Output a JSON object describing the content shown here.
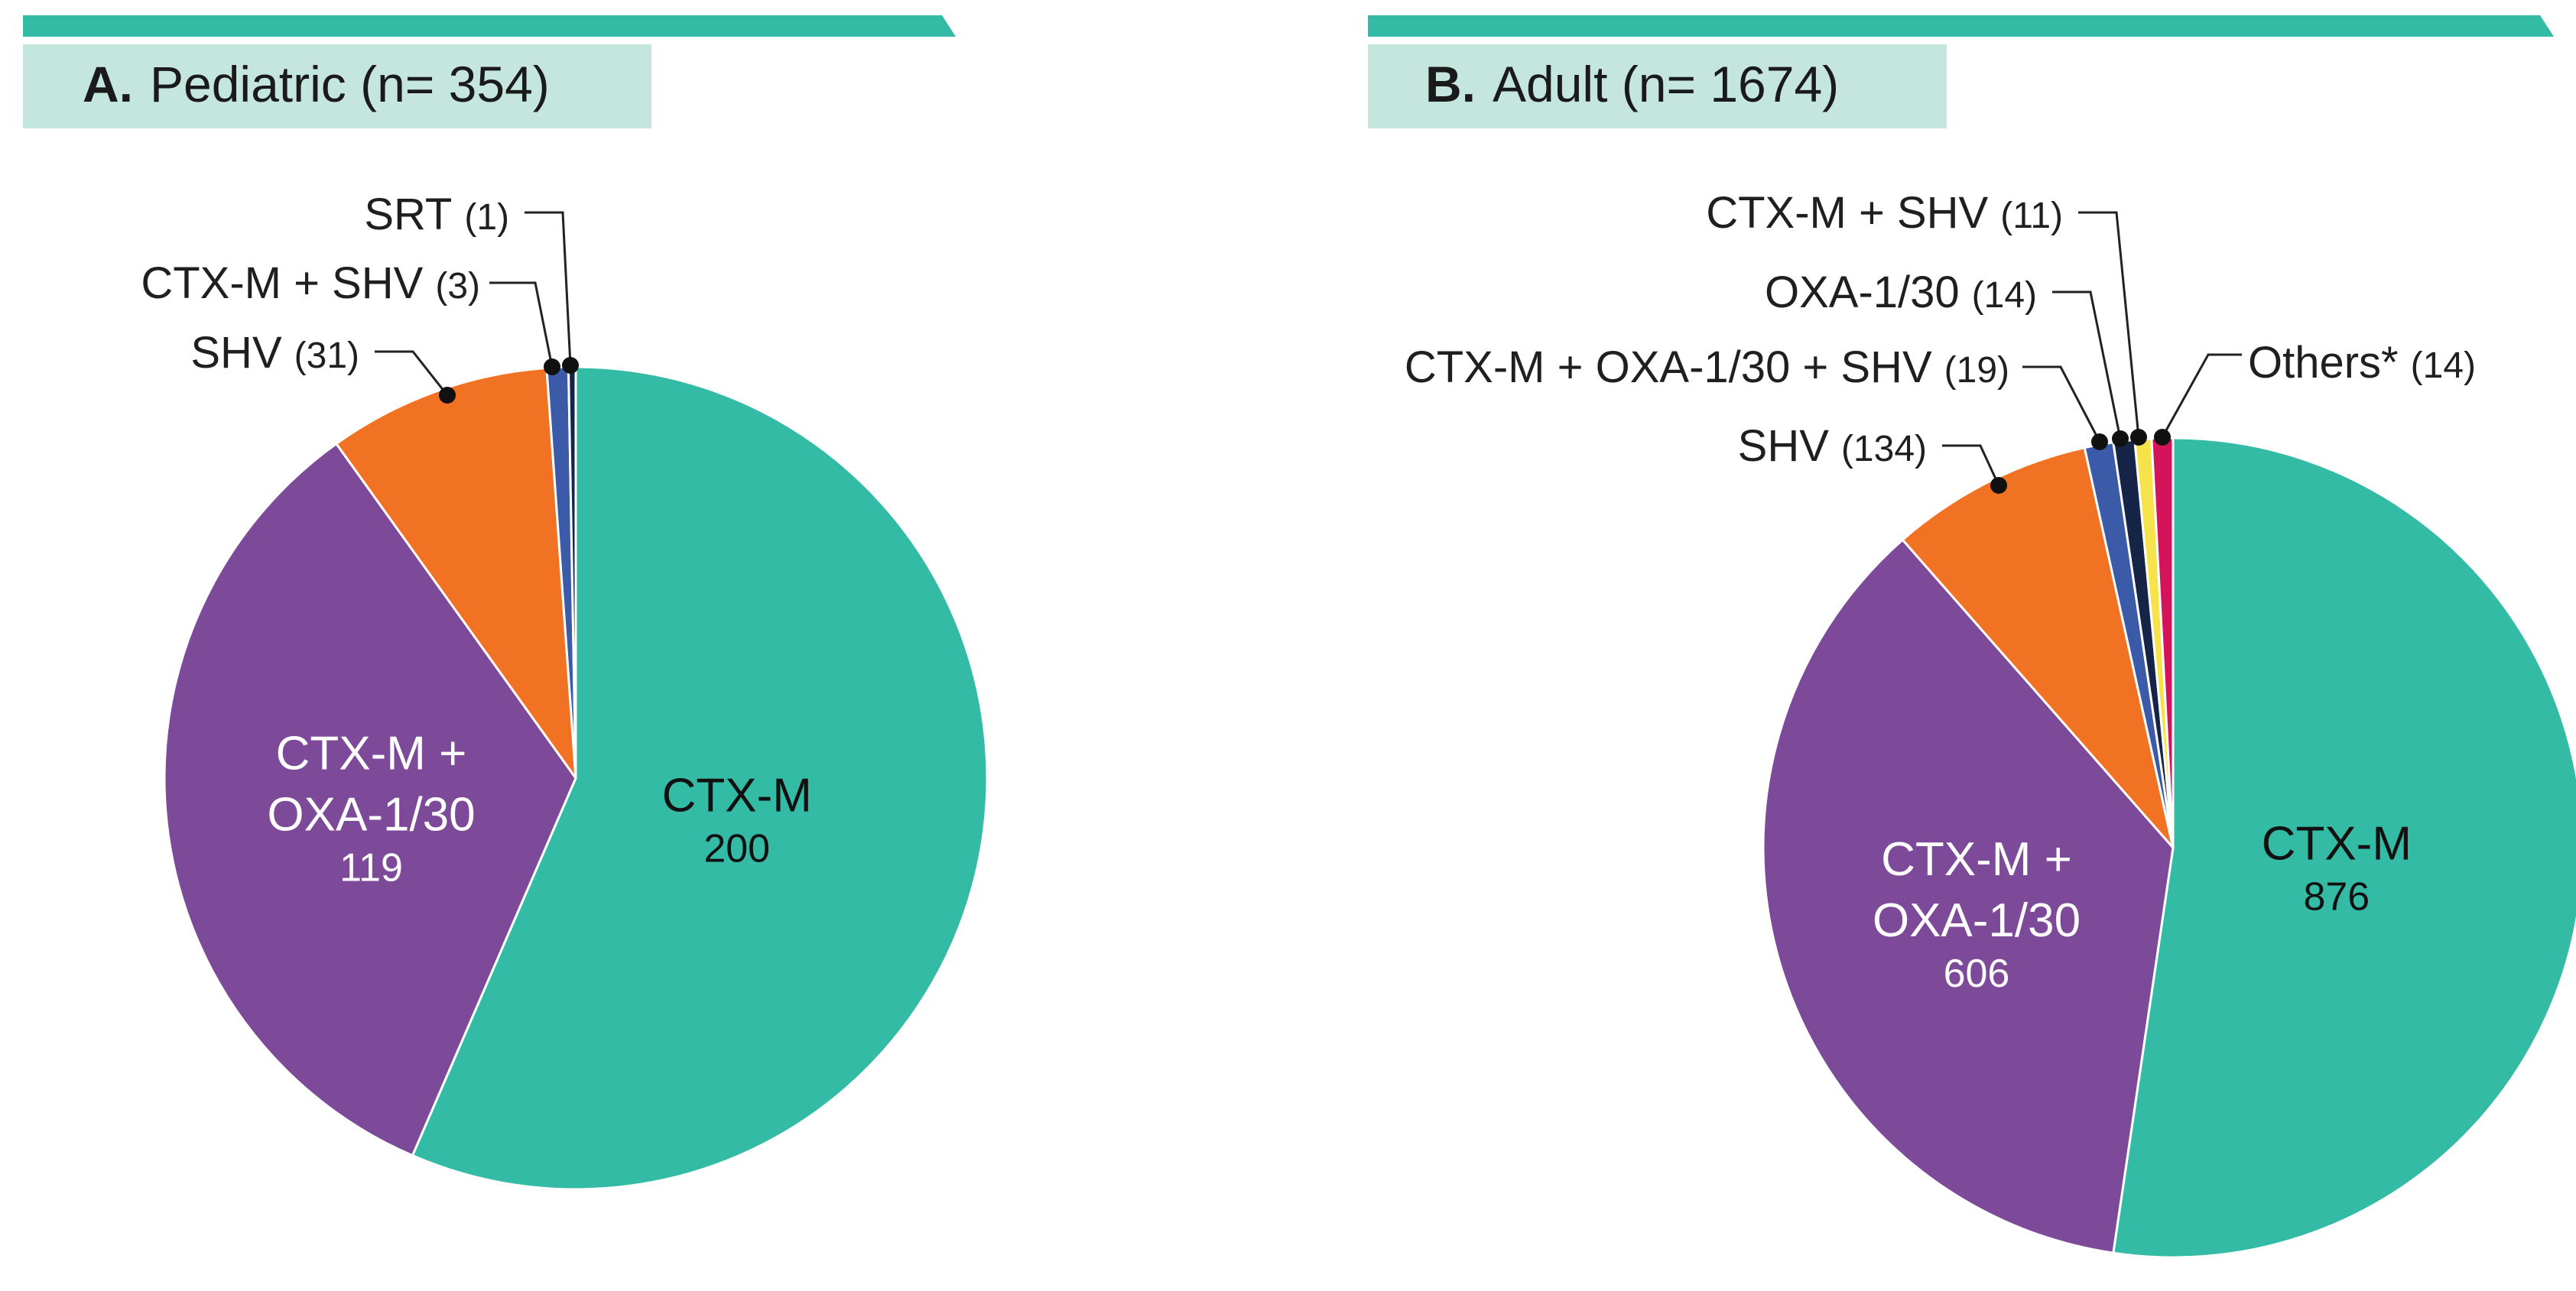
{
  "chart_data": [
    {
      "type": "pie",
      "title_letter": "A.",
      "title": "Pediatric (n= 354)",
      "slices": [
        {
          "label": "CTX-M",
          "value": 200,
          "value_text": "200",
          "color": "#34BBA6",
          "text_color": "#111111",
          "lines": [
            "CTX-M"
          ],
          "placement": "inside"
        },
        {
          "label": "CTX-M + OXA-1/30",
          "value": 119,
          "value_text": "119",
          "color": "#7D4A9A",
          "text_color": "#ffffff",
          "lines": [
            "CTX-M +",
            "OXA-1/30"
          ],
          "placement": "inside"
        },
        {
          "label": "SHV",
          "value": 31,
          "value_text": "(31)",
          "color": "#F27224",
          "placement": "callout"
        },
        {
          "label": "CTX-M + SHV",
          "value": 3,
          "value_text": "(3)",
          "color": "#3B5BA9",
          "placement": "callout"
        },
        {
          "label": "SRT",
          "value": 1,
          "value_text": "(1)",
          "color": "#152447",
          "placement": "callout"
        }
      ]
    },
    {
      "type": "pie",
      "title_letter": "B.",
      "title": "Adult (n= 1674)",
      "slices": [
        {
          "label": "CTX-M",
          "value": 876,
          "value_text": "876",
          "color": "#34BBA6",
          "text_color": "#111111",
          "lines": [
            "CTX-M"
          ],
          "placement": "inside"
        },
        {
          "label": "CTX-M + OXA-1/30",
          "value": 606,
          "value_text": "606",
          "color": "#7D4A9A",
          "text_color": "#ffffff",
          "lines": [
            "CTX-M +",
            "OXA-1/30"
          ],
          "placement": "inside"
        },
        {
          "label": "SHV",
          "value": 134,
          "value_text": "(134)",
          "color": "#F27224",
          "placement": "callout"
        },
        {
          "label": "CTX-M + OXA-1/30 + SHV",
          "value": 19,
          "value_text": "(19)",
          "color": "#3B5BA9",
          "placement": "callout"
        },
        {
          "label": "OXA-1/30",
          "value": 14,
          "value_text": "(14)",
          "color": "#152447",
          "placement": "callout"
        },
        {
          "label": "CTX-M + SHV",
          "value": 11,
          "value_text": "(11)",
          "color": "#F6E24A",
          "placement": "callout"
        },
        {
          "label": "Others*",
          "value": 14,
          "value_text": "(14)",
          "color": "#D4145A",
          "placement": "callout"
        }
      ]
    }
  ],
  "colors": {
    "accent_bar": "#34BBA6",
    "title_box": "#C5E6DE",
    "leader": "#222222"
  }
}
